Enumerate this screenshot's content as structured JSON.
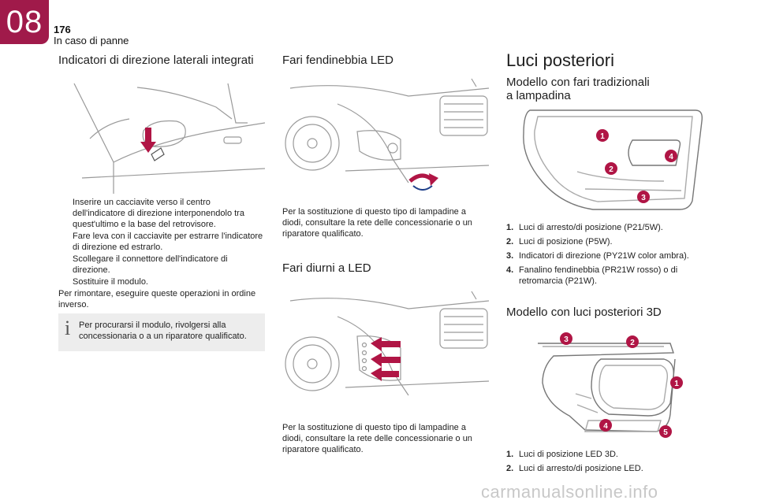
{
  "header": {
    "chapter": "08",
    "page_number": "176",
    "section": "In caso di panne"
  },
  "col1": {
    "title": "Indicatori di direzione laterali integrati",
    "bullets": [
      "Inserire un cacciavite verso il centro dell'indicatore di direzione interponendolo tra quest'ultimo e la base del retrovisore.",
      "Fare leva con il cacciavite per estrarre l'indicatore di direzione ed estrarlo.",
      "Scollegare il connettore dell'indicatore di direzione.",
      "Sostituire il modulo."
    ],
    "bullet_mark": "",
    "closing": "Per rimontare, eseguire queste operazioni in ordine inverso.",
    "info": "Per procurarsi il modulo, rivolgersi alla concessionaria o a un riparatore qualificato.",
    "info_icon": "i"
  },
  "col2": {
    "fog_title": "Fari fendinebbia LED",
    "fog_text": "Per la sostituzione di questo tipo di lampadine a diodi, consultare la rete delle concessionarie o un riparatore qualificato.",
    "drl_title": "Fari diurni a LED",
    "drl_text": "Per la sostituzione di questo tipo di lampadine a diodi, consultare la rete delle concessionarie o un riparatore qualificato."
  },
  "col3": {
    "title": "Luci posteriori",
    "model1_title_line1": "Modello con fari tradizionali",
    "model1_title_line2": "a lampadina",
    "model1_items": [
      {
        "num": "1.",
        "text": "Luci di arresto/di posizione (P21/5W)."
      },
      {
        "num": "2.",
        "text": "Luci di posizione (P5W)."
      },
      {
        "num": "3.",
        "text": "Indicatori di direzione (PY21W color ambra)."
      },
      {
        "num": "4.",
        "text": "Fanalino fendinebbia (PR21W rosso) o di retromarcia (P21W)."
      }
    ],
    "model2_title": "Modello con luci posteriori 3D",
    "model2_items": [
      {
        "num": "1.",
        "text": "Luci di posizione LED 3D."
      },
      {
        "num": "2.",
        "text": "Luci di arresto/di posizione LED."
      }
    ],
    "callouts1": [
      "1",
      "2",
      "3",
      "4"
    ],
    "callouts2": [
      "1",
      "2",
      "3",
      "4",
      "5"
    ]
  },
  "footer": {
    "watermark": "carmanualsonline.info"
  },
  "colors": {
    "accent": "#a01a4a",
    "arrow": "#b01545",
    "info_bg": "#ededed"
  }
}
